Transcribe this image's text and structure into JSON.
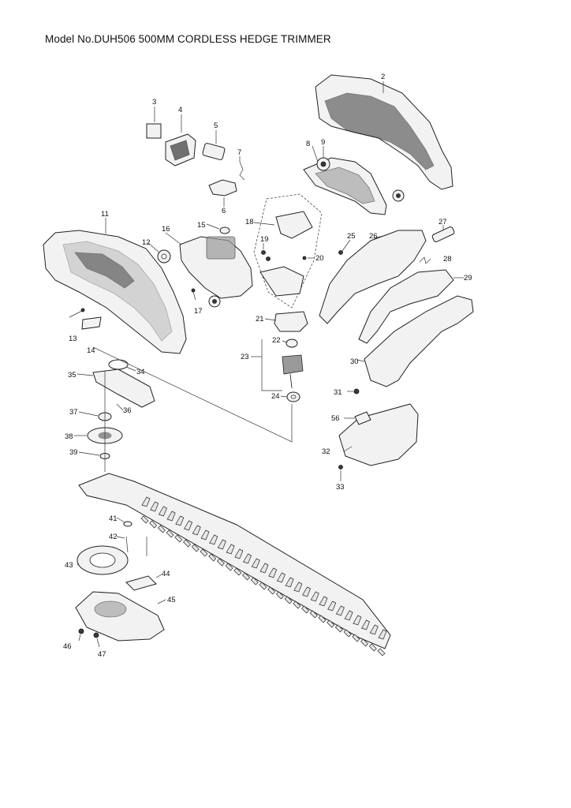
{
  "title": "Model No.DUH506 500MM CORDLESS HEDGE TRIMMER",
  "callouts": [
    "2",
    "3",
    "4",
    "5",
    "6",
    "7",
    "8",
    "9",
    "11",
    "12",
    "13",
    "14",
    "15",
    "16",
    "17",
    "18",
    "19",
    "20",
    "21",
    "22",
    "23",
    "24",
    "25",
    "26",
    "27",
    "28",
    "29",
    "30",
    "31",
    "32",
    "33",
    "34",
    "35",
    "36",
    "37",
    "38",
    "39",
    "41",
    "42",
    "43",
    "44",
    "45",
    "46",
    "47",
    "56"
  ]
}
